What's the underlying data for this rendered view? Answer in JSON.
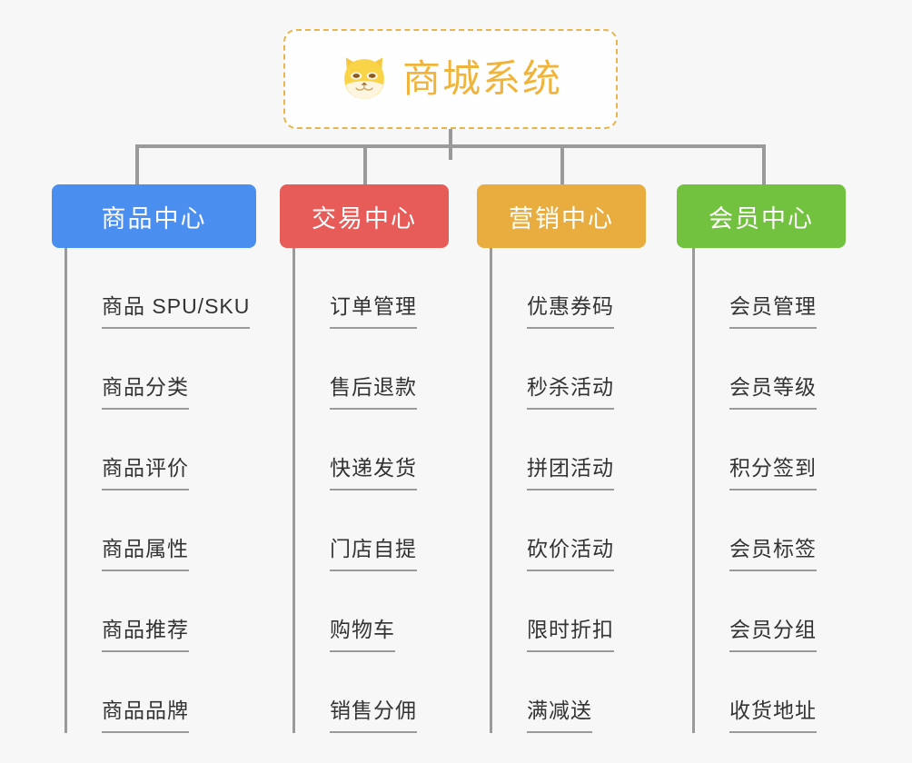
{
  "root": {
    "title": "商城系统",
    "icon": "shiba-inu-icon",
    "title_color": "#f0b43a",
    "border_color": "#e9b44c"
  },
  "background_color": "#f7f7f7",
  "connector_color": "#9a9a9a",
  "columns": [
    {
      "header": "商品中心",
      "color": "#4a8ef0",
      "items": [
        "商品 SPU/SKU",
        "商品分类",
        "商品评价",
        "商品属性",
        "商品推荐",
        "商品品牌"
      ]
    },
    {
      "header": "交易中心",
      "color": "#e75c59",
      "items": [
        "订单管理",
        "售后退款",
        "快递发货",
        "门店自提",
        "购物车",
        "销售分佣"
      ]
    },
    {
      "header": "营销中心",
      "color": "#e8ad3e",
      "items": [
        "优惠券码",
        "秒杀活动",
        "拼团活动",
        "砍价活动",
        "限时折扣",
        "满减送"
      ]
    },
    {
      "header": "会员中心",
      "color": "#73c23f",
      "items": [
        "会员管理",
        "会员等级",
        "积分签到",
        "会员标签",
        "会员分组",
        "收货地址"
      ]
    }
  ]
}
